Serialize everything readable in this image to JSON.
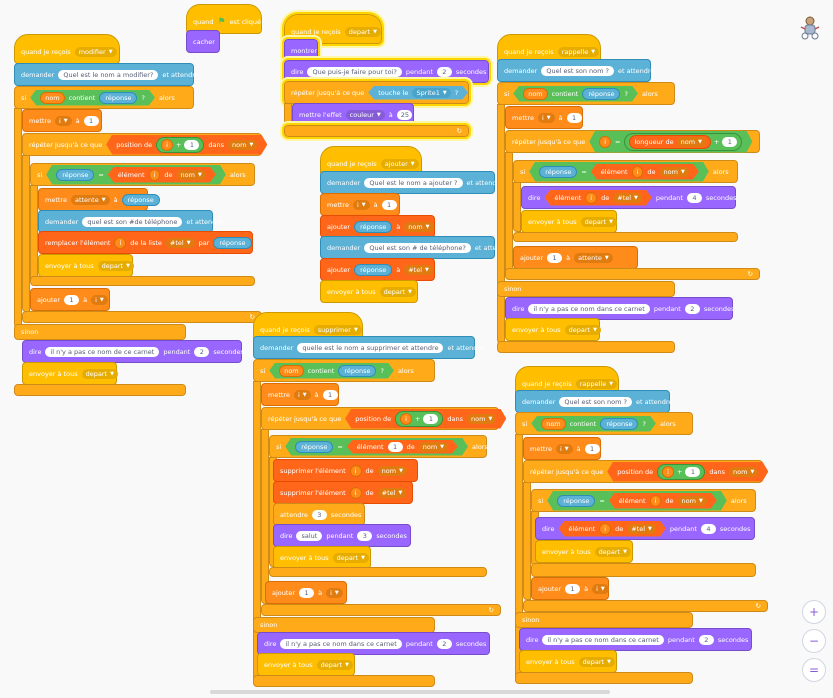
{
  "colors": {
    "events": "#ffbf00",
    "control": "#ffab19",
    "sensing": "#5cb1d6",
    "looks": "#9966ff",
    "variables": "#ff8c1a",
    "lists": "#ff661a",
    "operators": "#59c059"
  },
  "icons": {
    "green_flag": "flag-icon",
    "sprite": "sprite-icon",
    "zoom_in": "zoom-in-icon",
    "zoom_out": "zoom-out-icon",
    "zoom_reset": "zoom-reset-icon",
    "loop_arrow": "loop-arrow-icon"
  },
  "s1": {
    "hat": "quand",
    "hat2": "est cliqué",
    "hide": "cacher"
  },
  "s2": {
    "hat": "quand je reçois",
    "msg": "modifier",
    "ask": "demander",
    "ask_q": "Quel est le nom a modifier?",
    "ask_wait": "et attendre",
    "si": "si",
    "nom": "nom",
    "contient": "contient",
    "reponse": "réponse",
    "q": "?",
    "alors": "alors",
    "mettre": "mettre",
    "i": "i",
    "a": "à",
    "one": "1",
    "repeat": "répéter jusqu'à ce que",
    "position": "position de",
    "plus": "+",
    "dans": "dans",
    "eq": "=",
    "element": "élément",
    "de": "de",
    "attente": "attente",
    "ask2_q": "quel est son #de téléphone",
    "replace": "remplacer l'élément",
    "de_la_liste": "de la liste",
    "tel": "#tel",
    "par": "par",
    "send": "envoyer à tous",
    "depart": "depart",
    "ajouter": "ajouter",
    "sinon": "sinon",
    "dire": "dire",
    "say_txt": "il n'y a pas ce nom de ce carnet",
    "pendant": "pendant",
    "two": "2",
    "secondes": "secondes"
  },
  "s3": {
    "hat": "quand je reçois",
    "msg": "depart",
    "show": "montrer",
    "dire": "dire",
    "say_q": "Que puis-je faire pour toi?",
    "pendant": "pendant",
    "two": "2",
    "secondes": "secondes",
    "repeat": "répéter jusqu'à ce que",
    "touche": "touche le",
    "sprite": "Sprite1",
    "q": "?",
    "effect": "mettre l'effet",
    "couleur": "couleur",
    "a": "à",
    "val": "25"
  },
  "s4": {
    "hat": "quand je reçois",
    "msg": "ajouter",
    "ask": "demander",
    "ask_q": "Quel est le nom a ajouter ?",
    "ask_wait": "et attendre",
    "mettre": "mettre",
    "i": "i",
    "a": "à",
    "one": "1",
    "ajouter": "ajouter",
    "reponse": "réponse",
    "nom": "nom",
    "ask2_q": "Quel est son # de téléphone?",
    "ask2_wait": "et attend",
    "tel": "#tel",
    "send": "envoyer à tous",
    "depart": "depart"
  },
  "s5": {
    "hat": "quand je reçois",
    "msg": "rappelle",
    "ask": "demander",
    "ask_q": "Quel est son nom ?",
    "ask_wait": "et attendre",
    "si": "si",
    "nom": "nom",
    "contient": "contient",
    "reponse": "réponse",
    "q": "?",
    "alors": "alors",
    "mettre": "mettre",
    "i": "i",
    "a": "à",
    "one": "1",
    "repeat": "répéter jusqu'à ce que",
    "eq": "=",
    "longueur": "longueur de",
    "plus": "+",
    "element": "élément",
    "de": "de",
    "dire": "dire",
    "tel": "#tel",
    "pendant": "pendant",
    "four": "4",
    "secondes": "secondes",
    "send": "envoyer à tous",
    "depart": "depart",
    "ajouter": "ajouter",
    "attente": "attente",
    "sinon": "sinon",
    "say_txt": "il n'y a pas ce nom dans ce carnet",
    "two": "2"
  },
  "s6": {
    "hat": "quand je reçois",
    "msg": "supprimer",
    "ask": "demander",
    "ask_q": "quelle est le nom a supprimer et attendre",
    "ask_wait": "et attendre",
    "si": "si",
    "nom": "nom",
    "contient": "contient",
    "reponse": "réponse",
    "q": "?",
    "alors": "alors",
    "mettre": "mettre",
    "i": "i",
    "a": "à",
    "one": "1",
    "repeat": "répéter jusqu'à ce que",
    "position": "position de",
    "plus": "+",
    "dans": "dans",
    "eq": "=",
    "element": "élément",
    "de": "de",
    "supprimer": "supprimer l'élément",
    "tel": "#tel",
    "attendre": "attendre",
    "three": "3",
    "secondes": "secondes",
    "dire": "dire",
    "salut": "salut",
    "pendant": "pendant",
    "send": "envoyer à tous",
    "depart": "depart",
    "ajouter": "ajouter",
    "sinon": "sinon",
    "say_txt": "il n'y a pas ce nom dans ce carnet",
    "two": "2"
  },
  "s7": {
    "hat": "quand je reçois",
    "msg": "rappelle",
    "ask": "demander",
    "ask_q": "Quel est son nom ?",
    "ask_wait": "et attendre",
    "si": "si",
    "nom": "nom",
    "contient": "contient",
    "reponse": "réponse",
    "q": "?",
    "alors": "alors",
    "mettre": "mettre",
    "i": "i",
    "a": "à",
    "one": "1",
    "repeat": "répéter jusqu'à ce que",
    "position": "position de",
    "plus": "+",
    "dans": "dans",
    "eq": "=",
    "element": "élément",
    "de": "de",
    "dire": "dire",
    "tel": "#tel",
    "pendant": "pendant",
    "four": "4",
    "secondes": "secondes",
    "send": "envoyer à tous",
    "depart": "depart",
    "ajouter": "ajouter",
    "sinon": "sinon",
    "say_txt": "il n'y a pas ce nom dans ce carnet",
    "two": "2"
  },
  "zoom": {
    "in": "+",
    "out": "−",
    "reset": "="
  }
}
